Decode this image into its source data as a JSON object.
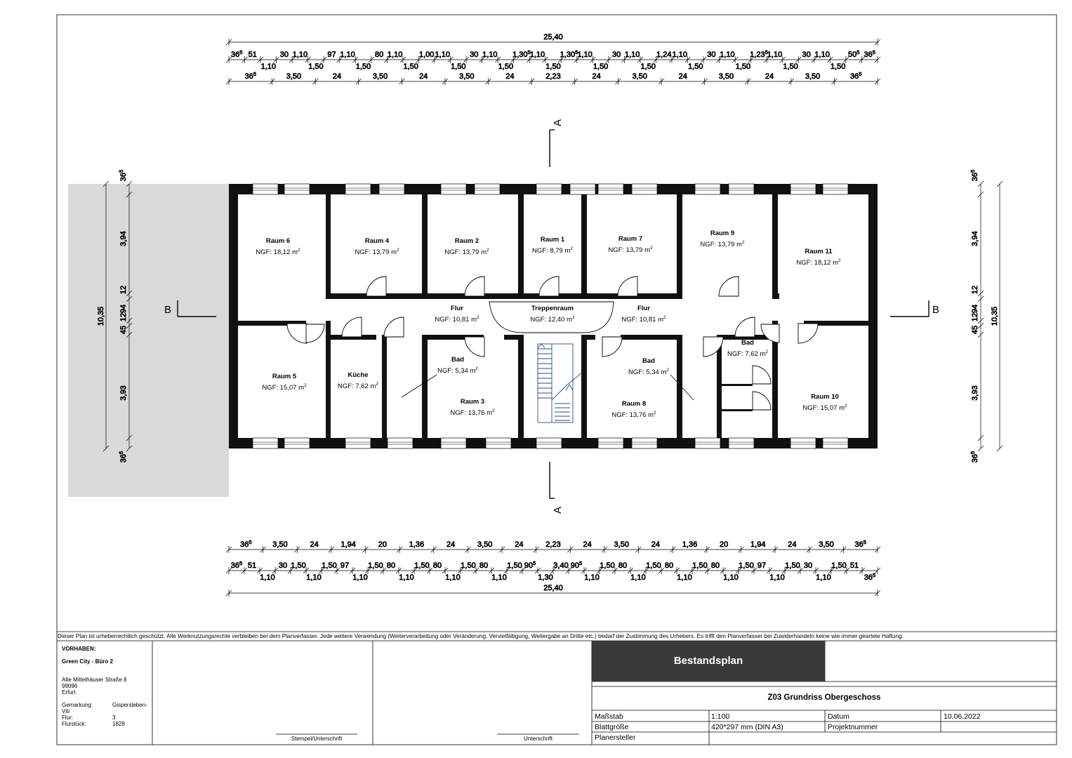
{
  "plan": {
    "section_a": "A",
    "section_b": "B",
    "top_overall": "25,40",
    "top_row1_labels": [
      {
        "t": "36",
        "s": "5"
      },
      {
        "t": "51"
      },
      {
        "t": "1,10"
      },
      {
        "t": "30"
      },
      {
        "t": "1,10"
      },
      {
        "t": "1,50"
      },
      {
        "t": "97"
      },
      {
        "t": "1,10"
      },
      {
        "t": "1,50"
      },
      {
        "t": "80"
      },
      {
        "t": "1,10"
      },
      {
        "t": "1,50"
      },
      {
        "t": "1,00"
      },
      {
        "t": "1,10"
      },
      {
        "t": "1,50"
      },
      {
        "t": "30"
      },
      {
        "t": "1,10"
      },
      {
        "t": "1,50"
      },
      {
        "t": "1,30",
        "s": "5"
      },
      {
        "t": "1,10"
      },
      {
        "t": "1,50"
      },
      {
        "t": "1,30",
        "s": "5"
      },
      {
        "t": "1,10"
      },
      {
        "t": "1,50"
      },
      {
        "t": "30"
      },
      {
        "t": "1,10"
      },
      {
        "t": "1,50"
      },
      {
        "t": "1,24"
      },
      {
        "t": "1,10"
      },
      {
        "t": "1,50"
      },
      {
        "t": "30"
      },
      {
        "t": "1,10"
      },
      {
        "t": "1,50"
      },
      {
        "t": "1,23",
        "s": "5"
      },
      {
        "t": "1,10"
      },
      {
        "t": "1,50"
      },
      {
        "t": "30"
      },
      {
        "t": "1,10"
      },
      {
        "t": "1,50"
      },
      {
        "t": "50",
        "s": "5"
      },
      {
        "t": "36",
        "s": "5"
      }
    ],
    "top_row2_labels": [
      {
        "t": "36",
        "s": "5"
      },
      {
        "t": "3,50"
      },
      {
        "t": "24"
      },
      {
        "t": "3,50"
      },
      {
        "t": "24"
      },
      {
        "t": "3,50"
      },
      {
        "t": "24"
      },
      {
        "t": "2,23"
      },
      {
        "t": "24"
      },
      {
        "t": "3,50"
      },
      {
        "t": "24"
      },
      {
        "t": "3,50"
      },
      {
        "t": "24"
      },
      {
        "t": "3,50"
      },
      {
        "t": "36",
        "s": "5"
      }
    ],
    "bottom_row1_labels": [
      {
        "t": "36",
        "s": "5"
      },
      {
        "t": "3,50"
      },
      {
        "t": "24"
      },
      {
        "t": "1,94"
      },
      {
        "t": "20"
      },
      {
        "t": "1,36"
      },
      {
        "t": "24"
      },
      {
        "t": "3,50"
      },
      {
        "t": "24"
      },
      {
        "t": "2,23"
      },
      {
        "t": "24"
      },
      {
        "t": "3,50"
      },
      {
        "t": "24"
      },
      {
        "t": "1,36"
      },
      {
        "t": "20"
      },
      {
        "t": "1,94"
      },
      {
        "t": "24"
      },
      {
        "t": "3,50"
      },
      {
        "t": "36",
        "s": "5"
      }
    ],
    "bottom_row2_labels": [
      {
        "t": "36",
        "s": "5"
      },
      {
        "t": "51"
      },
      {
        "t": "1,10"
      },
      {
        "t": "30"
      },
      {
        "t": "1,50"
      },
      {
        "t": "1,10"
      },
      {
        "t": "1,50"
      },
      {
        "t": "97"
      },
      {
        "t": "1,10"
      },
      {
        "t": "1,50"
      },
      {
        "t": "80"
      },
      {
        "t": "1,10"
      },
      {
        "t": "1,50"
      },
      {
        "t": "80"
      },
      {
        "t": "1,10"
      },
      {
        "t": "1,50"
      },
      {
        "t": "80"
      },
      {
        "t": "1,10"
      },
      {
        "t": "1,50"
      },
      {
        "t": "90",
        "s": "5"
      },
      {
        "t": "1,30"
      },
      {
        "t": "3,40"
      },
      {
        "t": "90",
        "s": "5"
      },
      {
        "t": "1,10"
      },
      {
        "t": "1,50"
      },
      {
        "t": "80"
      },
      {
        "t": "1,10"
      },
      {
        "t": "1,50"
      },
      {
        "t": "80"
      },
      {
        "t": "1,10"
      },
      {
        "t": "1,50"
      },
      {
        "t": "80"
      },
      {
        "t": "1,10"
      },
      {
        "t": "1,50"
      },
      {
        "t": "97"
      },
      {
        "t": "1,10"
      },
      {
        "t": "1,50"
      },
      {
        "t": "30"
      },
      {
        "t": "1,10"
      },
      {
        "t": "1,50"
      },
      {
        "t": "51"
      },
      {
        "t": "36",
        "s": "5"
      }
    ],
    "bottom_overall": "25,40",
    "side_overall": "10,35",
    "side_labels": [
      {
        "t": "36",
        "s": "5"
      },
      {
        "t": "3,94"
      },
      {
        "t": "12"
      },
      {
        "t": "94"
      },
      {
        "t": "12"
      },
      {
        "t": "45"
      },
      {
        "t": "3,93"
      },
      {
        "t": "36",
        "s": "5"
      }
    ],
    "rooms": [
      {
        "name": "Raum 6",
        "area": "NGF: 18,12 m",
        "sup": "2"
      },
      {
        "name": "Raum 4",
        "area": "NGF: 13,79 m",
        "sup": "2"
      },
      {
        "name": "Raum 2",
        "area": "NGF: 13,79 m",
        "sup": "2"
      },
      {
        "name": "Raum 1",
        "area": "NGF: 8,79 m",
        "sup": "2"
      },
      {
        "name": "Raum 7",
        "area": "NGF: 13,79 m",
        "sup": "2"
      },
      {
        "name": "Raum 9",
        "area": "NGF: 13,79 m",
        "sup": "2"
      },
      {
        "name": "Raum 11",
        "area": "NGF: 18,12 m",
        "sup": "2"
      },
      {
        "name": "Flur",
        "area": "NGF: 10,81 m",
        "sup": "2"
      },
      {
        "name": "Treppenraum",
        "area": "NGF: 12,40 m",
        "sup": "2"
      },
      {
        "name": "Flur",
        "area": "NGF: 10,81 m",
        "sup": "2"
      },
      {
        "name": "Raum 5",
        "area": "NGF: 15,07 m",
        "sup": "2"
      },
      {
        "name": "Küche",
        "area": "NGF: 7,62 m",
        "sup": "2"
      },
      {
        "name": "Bad",
        "area": "NGF: 5,34 m",
        "sup": "2"
      },
      {
        "name": "Raum 3",
        "area": "NGF: 13,76 m",
        "sup": "2"
      },
      {
        "name": "Bad",
        "area": "NGF: 5,34 m",
        "sup": "2"
      },
      {
        "name": "Raum 8",
        "area": "NGF: 13,76 m",
        "sup": "2"
      },
      {
        "name": "Bad",
        "area": "NGF: 7,62 m",
        "sup": "2"
      },
      {
        "name": "Raum 10",
        "area": "NGF: 15,07 m",
        "sup": "2"
      }
    ],
    "colors": {
      "wall": "#111111",
      "neighbor": "#d9d9d9",
      "stair": "#2a4a8a",
      "titlebar": "#3a3a3a"
    }
  },
  "titleblock": {
    "copyright": "Dieser Plan ist urheberrechtlich geschützt. Alle Werknutzungsrechte verbleiben bei dem Planverfasser. Jede weitere Verwendung (Weiterverarbeitung oder Veränderung, Vervielfältigung, Weitergabe an Dritte etc.) bedarf der Zustimmung des Urhebers. Es trifft den Planverfasser bei Zuwiderhandeln keine wie immer geartete Haftung.",
    "vorhaben_label": "VORHABEN:",
    "project_name": "Green City - Büro 2",
    "address1": "Alte Mittelhäuser Straße 8",
    "address2": "99096",
    "address3": "Erfurt",
    "gemarkung_label": "Gemarkung:",
    "gemarkung_value": "Gispersleben-",
    "gemarkung_value2": "Viti",
    "flur_label": "Flur:",
    "flur_value": "3",
    "flurstueck_label": "Flurstück:",
    "flurstueck_value": "1828",
    "stamp_label": "Stempel/Unterschrift",
    "sign_label": "Unterschrift",
    "plan_type": "Bestandsplan",
    "drawing_title": "Z03 Grundriss Obergeschoss",
    "scale_label": "Maßstab",
    "scale_value": "1:100",
    "date_label": "Datum",
    "date_value": "10.06.2022",
    "size_label": "Blattgröße",
    "size_value": "420*297 mm (DIN A3)",
    "projnum_label": "Projektnummer",
    "creator_label": "Planersteller"
  }
}
